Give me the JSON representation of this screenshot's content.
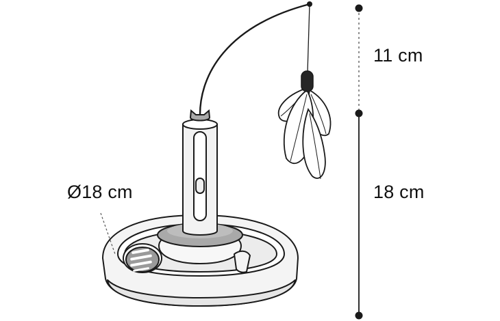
{
  "dimensions": {
    "wand_length": "11 cm",
    "total_height": "18 cm",
    "base_diameter": "Ø18 cm"
  },
  "colors": {
    "outline": "#1a1a1a",
    "toy_body": "#f4f4f4",
    "toy_shadow": "#e3e3e3",
    "gray_disc": "#a9a9a9",
    "feather_tip": "#262626"
  }
}
